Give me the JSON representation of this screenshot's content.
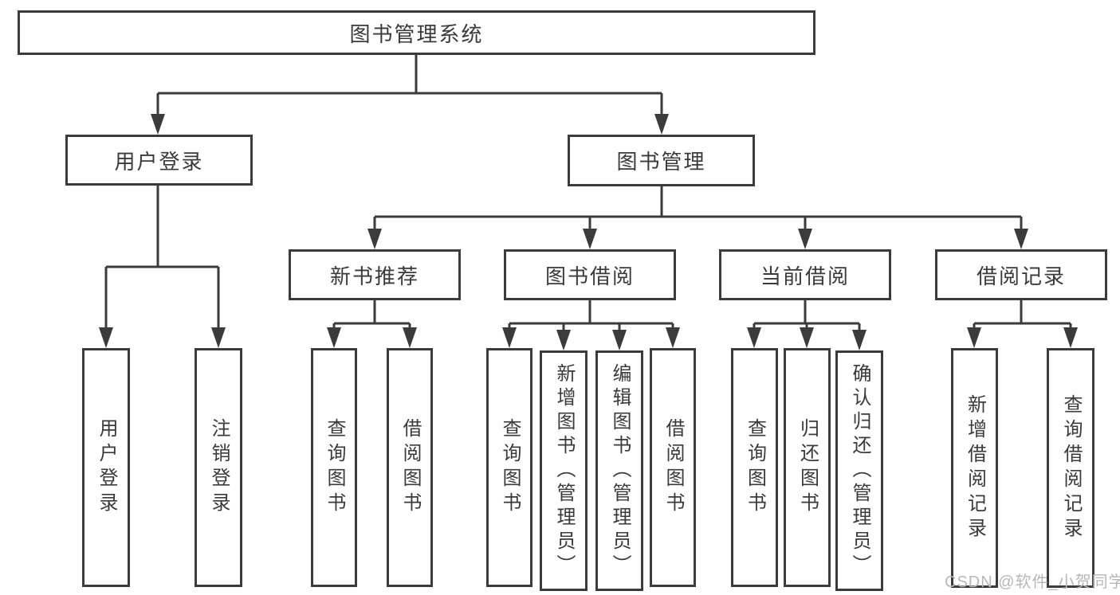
{
  "diagram_title": "图书管理系统",
  "tree": {
    "root": "图书管理系统",
    "branches": [
      {
        "label": "用户登录",
        "children": [
          "用户登录",
          "注销登录"
        ]
      },
      {
        "label": "图书管理",
        "children": [
          {
            "label": "新书推荐",
            "children": [
              "查询图书",
              "借阅图书"
            ]
          },
          {
            "label": "图书借阅",
            "children": [
              "查询图书",
              "新增图书（管理员）",
              "编辑图书（管理员）",
              "借阅图书"
            ]
          },
          {
            "label": "当前借阅",
            "children": [
              "查询图书",
              "归还图书",
              "确认归还（管理员）"
            ]
          },
          {
            "label": "借阅记录",
            "children": [
              "新增借阅记录",
              "查询借阅记录"
            ]
          }
        ]
      }
    ]
  },
  "watermark": "CSDN @软件_小贺同学",
  "colors": {
    "line": "#3b3b3b",
    "text": "#3a3a3a",
    "background": "#ffffff",
    "watermark": "#b7b7b7"
  }
}
